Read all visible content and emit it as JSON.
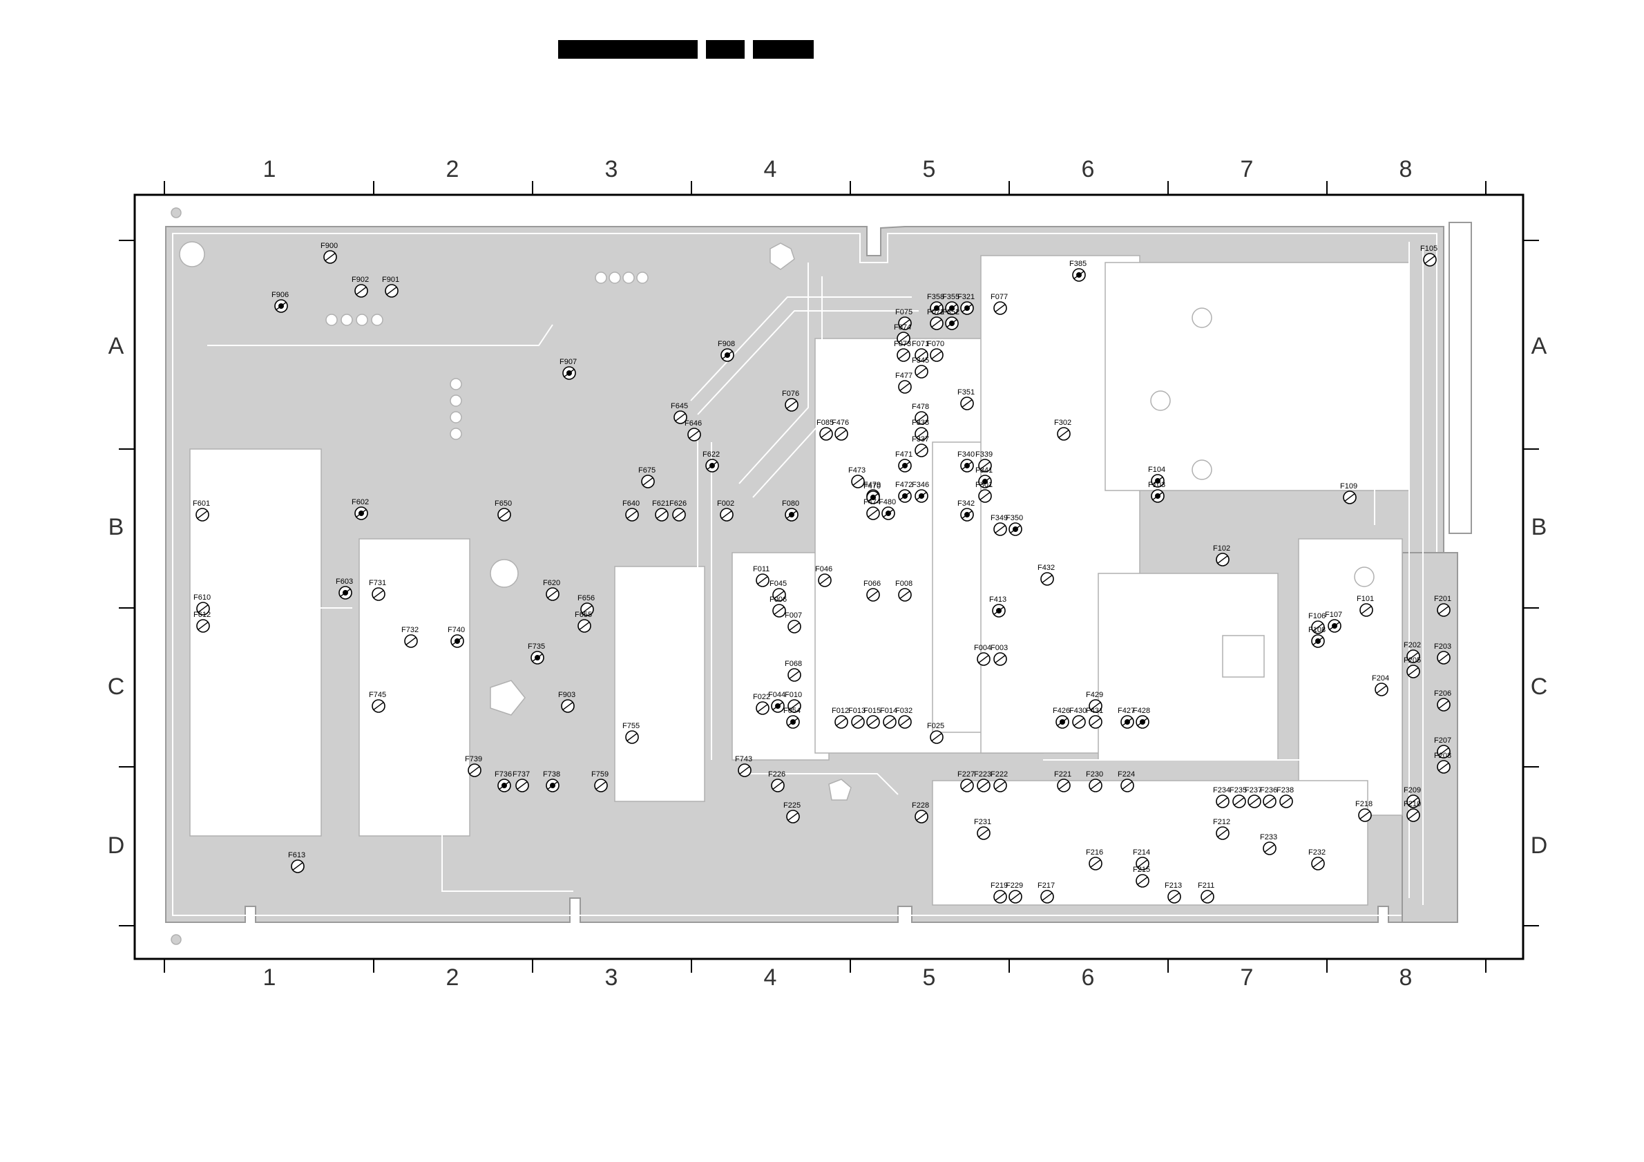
{
  "header_marks": [
    "bar-1",
    "bar-2",
    "bar-3"
  ],
  "grid": {
    "columns": [
      "1",
      "2",
      "3",
      "4",
      "5",
      "6",
      "7",
      "8"
    ],
    "rows": [
      "A",
      "B",
      "C",
      "D"
    ]
  },
  "test_points": [
    {
      "label": "F900",
      "filled": false
    },
    {
      "label": "F906",
      "filled": true
    },
    {
      "label": "F902",
      "filled": false
    },
    {
      "label": "F901",
      "filled": false
    },
    {
      "label": "F907",
      "filled": true
    },
    {
      "label": "F908",
      "filled": true
    },
    {
      "label": "F645",
      "filled": false
    },
    {
      "label": "F646",
      "filled": false
    },
    {
      "label": "F622",
      "filled": true
    },
    {
      "label": "F675",
      "filled": false
    },
    {
      "label": "F601",
      "filled": false
    },
    {
      "label": "F602",
      "filled": true
    },
    {
      "label": "F650",
      "filled": false
    },
    {
      "label": "F640",
      "filled": false
    },
    {
      "label": "F621",
      "filled": false
    },
    {
      "label": "F626",
      "filled": false
    },
    {
      "label": "F002",
      "filled": false
    },
    {
      "label": "F603",
      "filled": true
    },
    {
      "label": "F731",
      "filled": false
    },
    {
      "label": "F620",
      "filled": false
    },
    {
      "label": "F656",
      "filled": false
    },
    {
      "label": "F655",
      "filled": false
    },
    {
      "label": "F610",
      "filled": false
    },
    {
      "label": "F612",
      "filled": false
    },
    {
      "label": "F732",
      "filled": false
    },
    {
      "label": "F740",
      "filled": true
    },
    {
      "label": "F735",
      "filled": true
    },
    {
      "label": "F745",
      "filled": false
    },
    {
      "label": "F903",
      "filled": false
    },
    {
      "label": "F755",
      "filled": false
    },
    {
      "label": "F739",
      "filled": false
    },
    {
      "label": "F736",
      "filled": true
    },
    {
      "label": "F737",
      "filled": false
    },
    {
      "label": "F738",
      "filled": true
    },
    {
      "label": "F759",
      "filled": false
    },
    {
      "label": "F613",
      "filled": false
    },
    {
      "label": "F076",
      "filled": false
    },
    {
      "label": "F085",
      "filled": false
    },
    {
      "label": "F476",
      "filled": false
    },
    {
      "label": "F080",
      "filled": true
    },
    {
      "label": "F011",
      "filled": false
    },
    {
      "label": "F045",
      "filled": false
    },
    {
      "label": "F006",
      "filled": false
    },
    {
      "label": "F007",
      "filled": false
    },
    {
      "label": "F046",
      "filled": false
    },
    {
      "label": "F066",
      "filled": false
    },
    {
      "label": "F008",
      "filled": false
    },
    {
      "label": "F068",
      "filled": false
    },
    {
      "label": "F044",
      "filled": true
    },
    {
      "label": "F010",
      "filled": false
    },
    {
      "label": "F022",
      "filled": false
    },
    {
      "label": "F054",
      "filled": true
    },
    {
      "label": "F012",
      "filled": false
    },
    {
      "label": "F013",
      "filled": false
    },
    {
      "label": "F015",
      "filled": false
    },
    {
      "label": "F014",
      "filled": false
    },
    {
      "label": "F032",
      "filled": false
    },
    {
      "label": "F025",
      "filled": false
    },
    {
      "label": "F743",
      "filled": false
    },
    {
      "label": "F226",
      "filled": false
    },
    {
      "label": "F225",
      "filled": false
    },
    {
      "label": "F228",
      "filled": false
    },
    {
      "label": "F075",
      "filled": false
    },
    {
      "label": "F358",
      "filled": true
    },
    {
      "label": "F355",
      "filled": true
    },
    {
      "label": "F321",
      "filled": true
    },
    {
      "label": "F077",
      "filled": false
    },
    {
      "label": "F074",
      "filled": false
    },
    {
      "label": "F072",
      "filled": false
    },
    {
      "label": "F352",
      "filled": true
    },
    {
      "label": "F073",
      "filled": false
    },
    {
      "label": "F071",
      "filled": false
    },
    {
      "label": "F070",
      "filled": false
    },
    {
      "label": "F345",
      "filled": false
    },
    {
      "label": "F477",
      "filled": false
    },
    {
      "label": "F478",
      "filled": false
    },
    {
      "label": "F338",
      "filled": false
    },
    {
      "label": "F337",
      "filled": false
    },
    {
      "label": "F471",
      "filled": true
    },
    {
      "label": "F473",
      "filled": false
    },
    {
      "label": "F479",
      "filled": false
    },
    {
      "label": "F472",
      "filled": true
    },
    {
      "label": "F346",
      "filled": true
    },
    {
      "label": "F470",
      "filled": true
    },
    {
      "label": "F474",
      "filled": false
    },
    {
      "label": "F480",
      "filled": true
    },
    {
      "label": "F385",
      "filled": true
    },
    {
      "label": "F351",
      "filled": false
    },
    {
      "label": "F302",
      "filled": false
    },
    {
      "label": "F339",
      "filled": false
    },
    {
      "label": "F340",
      "filled": true
    },
    {
      "label": "F341",
      "filled": true
    },
    {
      "label": "F301",
      "filled": false
    },
    {
      "label": "F342",
      "filled": true
    },
    {
      "label": "F350",
      "filled": true
    },
    {
      "label": "F349",
      "filled": false
    },
    {
      "label": "F432",
      "filled": false
    },
    {
      "label": "F413",
      "filled": true
    },
    {
      "label": "F004",
      "filled": false
    },
    {
      "label": "F003",
      "filled": false
    },
    {
      "label": "F429",
      "filled": false
    },
    {
      "label": "F430",
      "filled": false
    },
    {
      "label": "F426",
      "filled": true
    },
    {
      "label": "F431",
      "filled": false
    },
    {
      "label": "F427",
      "filled": true
    },
    {
      "label": "F428",
      "filled": true
    },
    {
      "label": "F223",
      "filled": false
    },
    {
      "label": "F227",
      "filled": false
    },
    {
      "label": "F222",
      "filled": false
    },
    {
      "label": "F221",
      "filled": false
    },
    {
      "label": "F230",
      "filled": false
    },
    {
      "label": "F224",
      "filled": false
    },
    {
      "label": "F231",
      "filled": false
    },
    {
      "label": "F216",
      "filled": false
    },
    {
      "label": "F214",
      "filled": false
    },
    {
      "label": "F215",
      "filled": false
    },
    {
      "label": "F219",
      "filled": false
    },
    {
      "label": "F229",
      "filled": false
    },
    {
      "label": "F217",
      "filled": false
    },
    {
      "label": "F213",
      "filled": false
    },
    {
      "label": "F211",
      "filled": false
    },
    {
      "label": "F104",
      "filled": true
    },
    {
      "label": "F103",
      "filled": true
    },
    {
      "label": "F102",
      "filled": false
    },
    {
      "label": "F109",
      "filled": false
    },
    {
      "label": "F105",
      "filled": false
    },
    {
      "label": "F106",
      "filled": false
    },
    {
      "label": "F107",
      "filled": true
    },
    {
      "label": "F108",
      "filled": true
    },
    {
      "label": "F101",
      "filled": false
    },
    {
      "label": "F201",
      "filled": false
    },
    {
      "label": "F202",
      "filled": false
    },
    {
      "label": "F203",
      "filled": false
    },
    {
      "label": "F205",
      "filled": false
    },
    {
      "label": "F204",
      "filled": false
    },
    {
      "label": "F206",
      "filled": false
    },
    {
      "label": "F207",
      "filled": false
    },
    {
      "label": "F208",
      "filled": false
    },
    {
      "label": "F209",
      "filled": false
    },
    {
      "label": "F210",
      "filled": false
    },
    {
      "label": "F218",
      "filled": false
    },
    {
      "label": "F234",
      "filled": false
    },
    {
      "label": "F235",
      "filled": false
    },
    {
      "label": "F237",
      "filled": false
    },
    {
      "label": "F236",
      "filled": false
    },
    {
      "label": "F238",
      "filled": false
    },
    {
      "label": "F212",
      "filled": false
    },
    {
      "label": "F233",
      "filled": false
    },
    {
      "label": "F232",
      "filled": false
    }
  ]
}
